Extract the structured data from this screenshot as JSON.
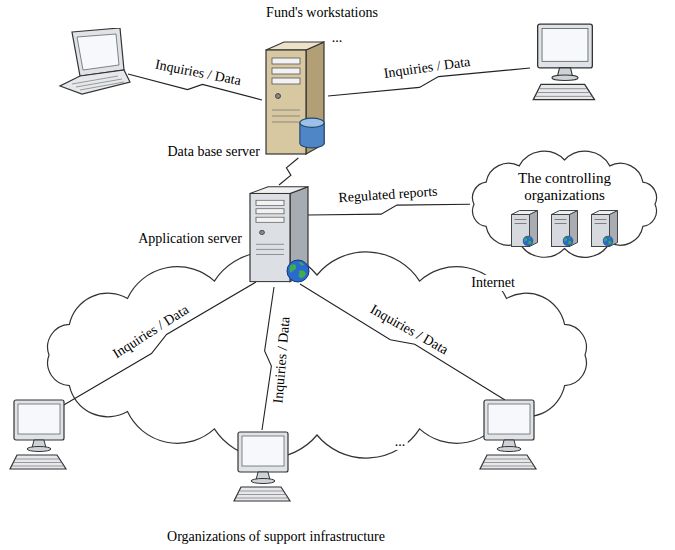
{
  "diagram": {
    "nodes": [
      {
        "text": [
          "Data base server"
        ]
      },
      {
        "text": [
          "Application server"
        ]
      },
      {
        "text": [
          "The controlling organizations"
        ]
      }
    ],
    "edges": [
      {
        "from": 0,
        "to": 1,
        "arrow": "none"
      },
      {
        "from": 1,
        "to": 2,
        "label": "Regulated reports",
        "arrow": "none"
      }
    ],
    "labels": [
      "Fund's workstations",
      "...",
      "Inquiries / Data",
      "Inquiries / Data",
      "Internet",
      "Inquiries / Data",
      "Inquiries / Data",
      "Inquiries / Data",
      "...",
      "Organizations of support infrastructure"
    ]
  }
}
